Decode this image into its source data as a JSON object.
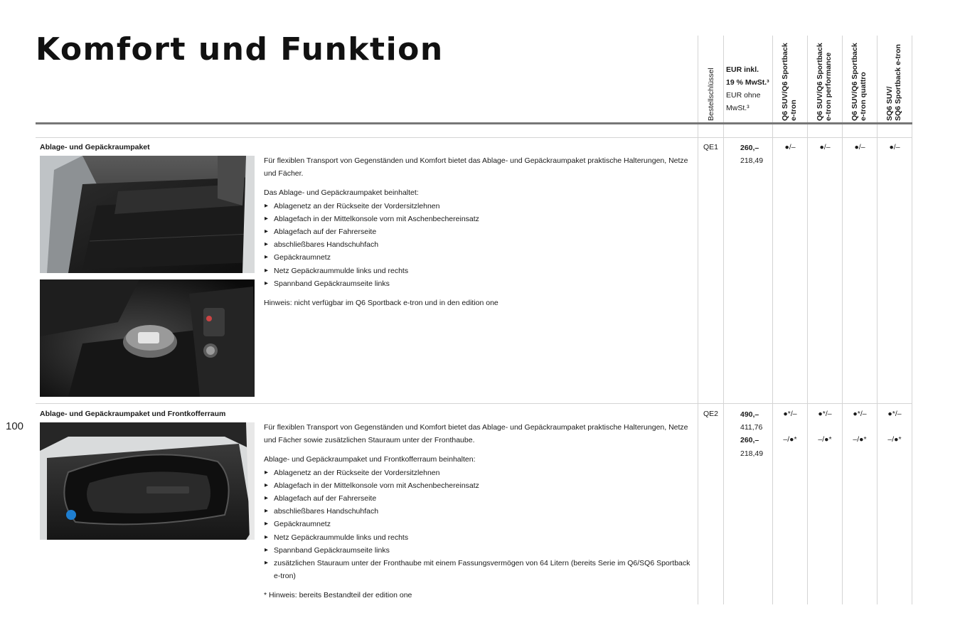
{
  "page": {
    "title": "Komfort und Funktion",
    "number": "100"
  },
  "columns": {
    "order_key": "Bestellschlüssel",
    "price_gross_line1": "EUR inkl.",
    "price_gross_line2": "19 % MwSt.³",
    "price_net_line1": "EUR ohne",
    "price_net_line2": "MwSt.³",
    "models": [
      {
        "line1": "Q6 SUV/Q6 Sportback",
        "line2": "e-tron"
      },
      {
        "line1": "Q6 SUV/Q6 Sportback",
        "line2": "e-tron performance"
      },
      {
        "line1": "Q6 SUV/Q6 Sportback",
        "line2": "e-tron quattro"
      },
      {
        "line1": "SQ6 SUV/",
        "line2": "SQ6 Sportback e-tron"
      }
    ]
  },
  "items": [
    {
      "title": "Ablage- und Gepäckraumpaket",
      "intro": "Für flexiblen Transport von Gegenständen und Komfort bietet das Ablage- und Gepäckraumpaket praktische Halterungen, Netze und Fächer.",
      "list_heading": "Das Ablage- und Gepäckraumpaket beinhaltet:",
      "bullets": [
        "Ablagenetz an der Rückseite der Vordersitzlehnen",
        "Ablagefach in der Mittelkonsole vorn mit Aschenbechereinsatz",
        "Ablagefach auf der Fahrerseite",
        "abschließbares Handschuhfach",
        "Gepäckraumnetz",
        "Netz Gepäckraummulde links und rechts",
        "Spannband Gepäckraumseite links"
      ],
      "note": "Hinweis: nicht verfügbar im Q6 Sportback e-tron und in den edition one",
      "code": "QE1",
      "price_gross": "260,–",
      "price_net": "218,49",
      "availability": [
        "●/–",
        "●/–",
        "●/–",
        "●/–"
      ]
    },
    {
      "title": "Ablage- und Gepäckraumpaket und Frontkofferraum",
      "intro": "Für flexiblen Transport von Gegenständen und Komfort bietet das Ablage- und Gepäckraumpaket praktische Halterungen, Netze und Fächer sowie zusätzlichen Stauraum unter der Fronthaube.",
      "list_heading": "Ablage- und Gepäckraumpaket und Frontkofferraum beinhalten:",
      "bullets": [
        "Ablagenetz an der Rückseite der Vordersitzlehnen",
        "Ablagefach in der Mittelkonsole vorn mit Aschenbechereinsatz",
        "Ablagefach auf der Fahrerseite",
        "abschließbares Handschuhfach",
        "Gepäckraumnetz",
        "Netz Gepäckraummulde links und rechts",
        "Spannband Gepäckraumseite links",
        "zusätzlichen Stauraum unter der Fronthaube mit einem Fassungsvermögen von 64 Litern (bereits Serie im Q6/SQ6 Sportback e-tron)"
      ],
      "note": "* Hinweis: bereits Bestandteil der edition one",
      "code": "QE2",
      "price_gross_1": "490,–",
      "price_net_1": "411,76",
      "price_gross_2": "260,–",
      "price_net_2": "218,49",
      "availability_1": [
        "●*/–",
        "●*/–",
        "●*/–",
        "●*/–"
      ],
      "availability_2": [
        "–/●*",
        "–/●*",
        "–/●*",
        "–/●*"
      ]
    }
  ]
}
